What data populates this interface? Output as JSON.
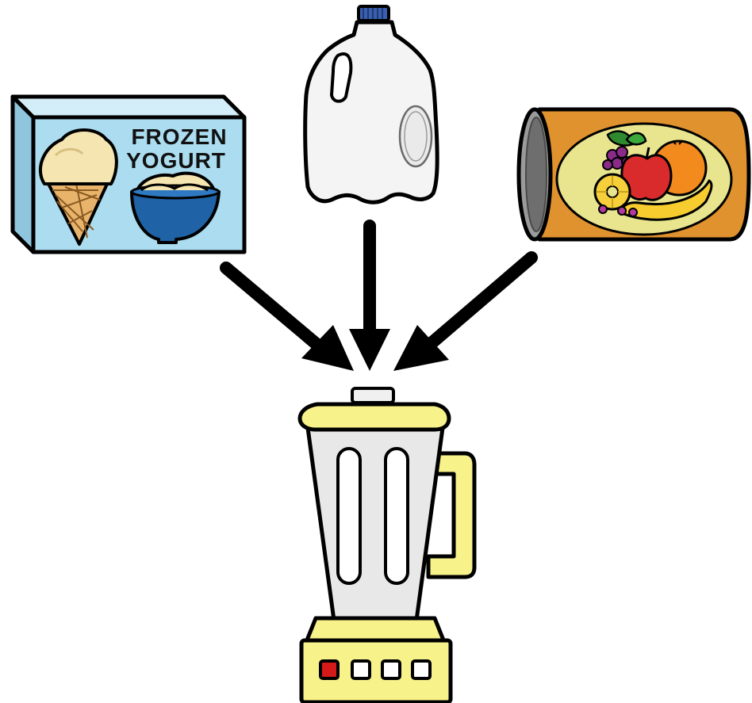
{
  "diagram": {
    "yogurt_box": {
      "label_line1": "FROZEN",
      "label_line2": "YOGURT",
      "box_color": "#abdcef",
      "icons": [
        "ice-cream-cone-icon",
        "yogurt-bowl-icon"
      ]
    },
    "milk_jug": {
      "icon": "milk-jug-icon",
      "cap_color": "#3a5fae"
    },
    "fruit_can": {
      "icon": "canned-fruit-icon",
      "can_color": "#e0922e",
      "fruits": [
        "grapes",
        "apple",
        "orange",
        "pineapple-slice",
        "banana"
      ]
    },
    "blender": {
      "icon": "blender-icon",
      "body_color": "#f8f28a",
      "buttons": [
        "red",
        "white",
        "white",
        "white"
      ]
    },
    "arrows": [
      "yogurt-to-blender",
      "milk-to-blender",
      "fruit-to-blender"
    ]
  }
}
